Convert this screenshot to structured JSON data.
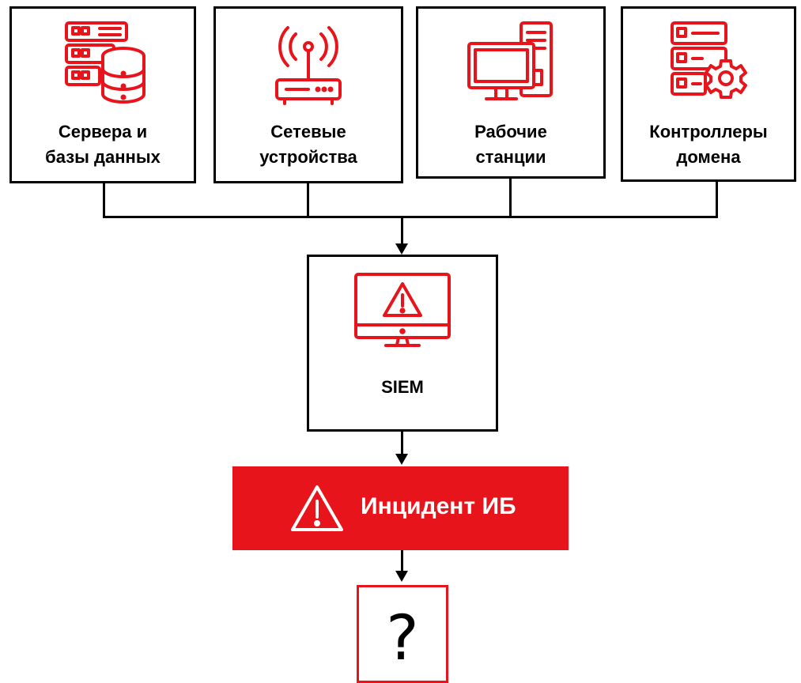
{
  "colors": {
    "accent": "#e8141c",
    "stroke": "#000000",
    "background": "#ffffff"
  },
  "sources": [
    {
      "icon": "server-database-icon",
      "line1": "Сервера и",
      "line2": "базы данных"
    },
    {
      "icon": "router-antenna-icon",
      "line1": "Сетевые",
      "line2": "устройства"
    },
    {
      "icon": "desktop-computer-icon",
      "line1": "Рабочие",
      "line2": "станции"
    },
    {
      "icon": "server-gear-icon",
      "line1": "Контроллеры",
      "line2": "домена"
    }
  ],
  "siem": {
    "icon": "monitor-warning-icon",
    "label": "SIEM"
  },
  "incident": {
    "icon": "warning-triangle-icon",
    "label": "Инцидент ИБ"
  },
  "unknown": {
    "label": "?"
  }
}
